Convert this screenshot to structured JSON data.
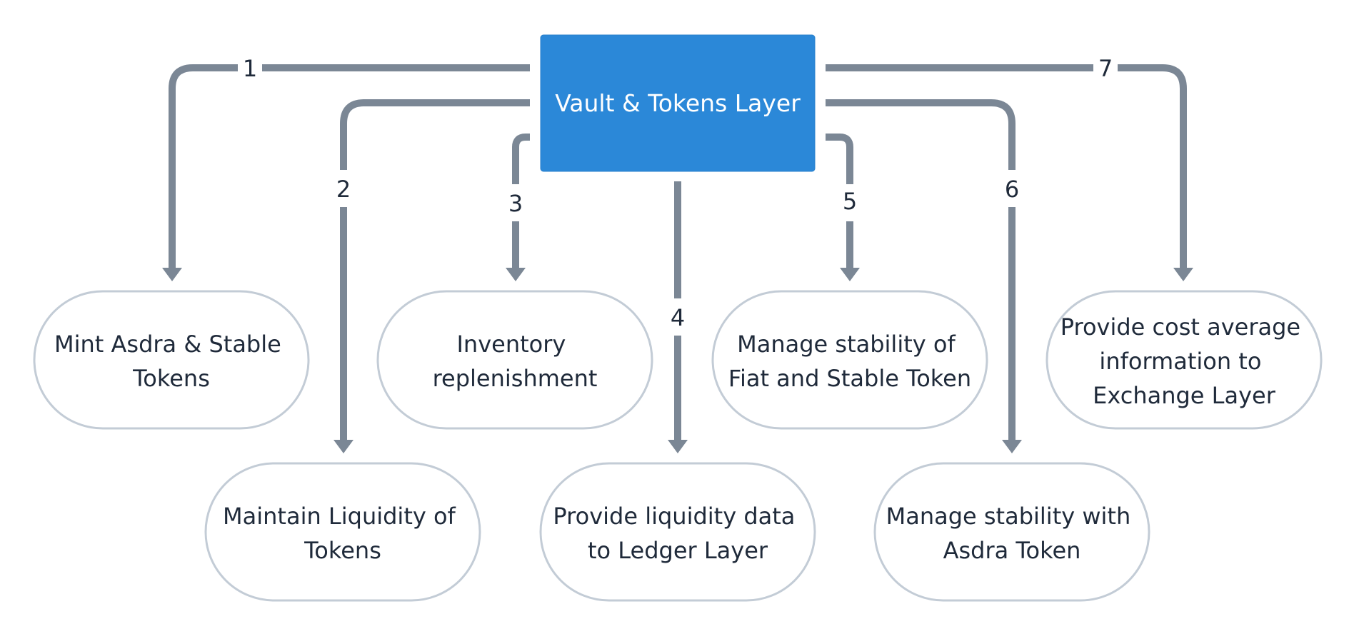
{
  "root": {
    "label": "Vault & Tokens Layer"
  },
  "colors": {
    "root_fill": "#2b88d8",
    "edge": "#7b8795",
    "node_border": "#c3ccd6",
    "text": "#1f2a3a"
  },
  "edges": [
    {
      "label": "1",
      "target": "Mint Asdra & Stable Tokens"
    },
    {
      "label": "2",
      "target": "Maintain Liquidity of Tokens"
    },
    {
      "label": "3",
      "target": "Inventory replenishment"
    },
    {
      "label": "4",
      "target": "Provide liquidity data to Ledger Layer"
    },
    {
      "label": "5",
      "target": "Manage stability of Fiat and Stable Token"
    },
    {
      "label": "6",
      "target": "Manage stability with Asdra Token"
    },
    {
      "label": "7",
      "target": "Provide cost average information to Exchange Layer"
    }
  ],
  "nodes": [
    {
      "lines": [
        "Mint Asdra & Stable",
        "Tokens"
      ]
    },
    {
      "lines": [
        "Maintain Liquidity of",
        "Tokens"
      ]
    },
    {
      "lines": [
        "Inventory",
        "replenishment"
      ]
    },
    {
      "lines": [
        "Provide liquidity data",
        "to Ledger Layer"
      ]
    },
    {
      "lines": [
        "Manage stability of",
        "Fiat and Stable Token"
      ]
    },
    {
      "lines": [
        "Manage stability with",
        "Asdra Token"
      ]
    },
    {
      "lines": [
        "Provide cost average",
        "information to",
        "Exchange Layer"
      ]
    }
  ]
}
